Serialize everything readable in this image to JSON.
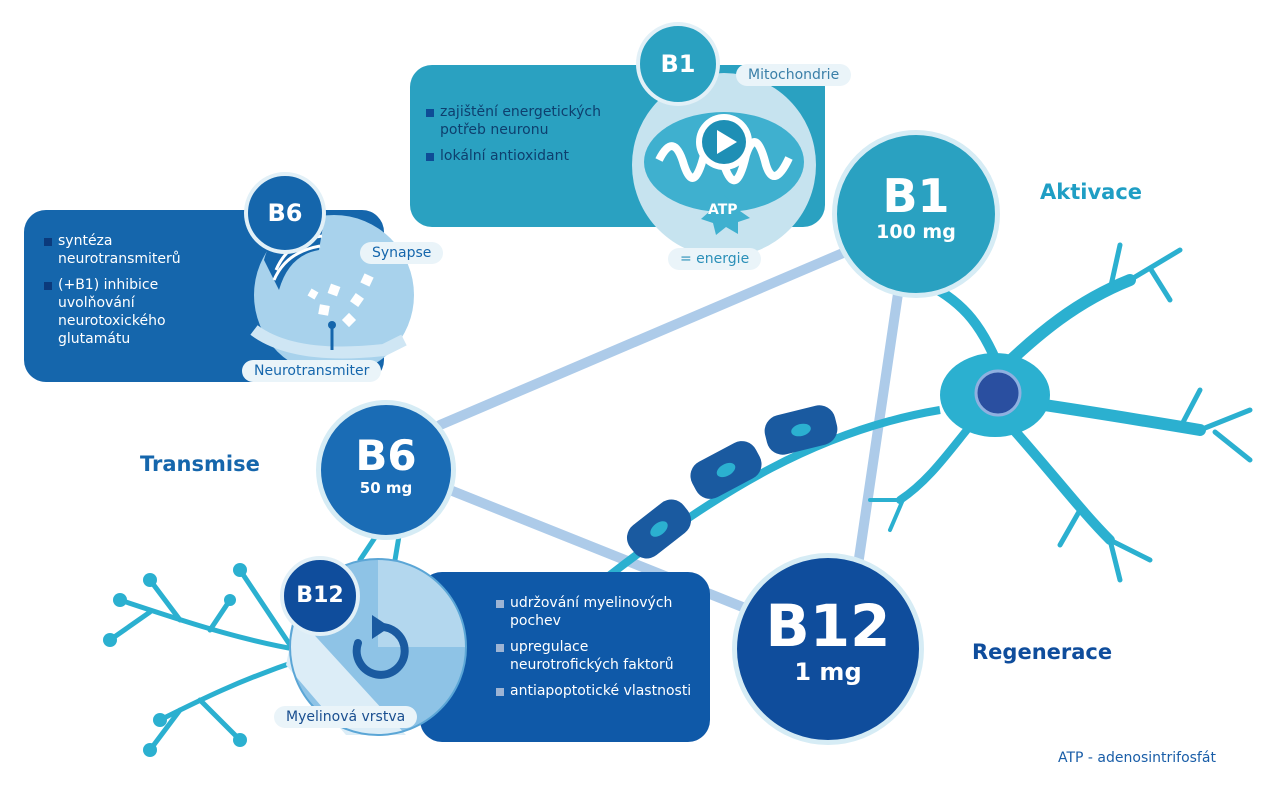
{
  "nodes": {
    "b1": {
      "name": "B1",
      "dose": "100 mg",
      "topic": "Aktivace"
    },
    "b6": {
      "name": "B6",
      "dose": "50 mg",
      "topic": "Transmise"
    },
    "b12": {
      "name": "B12",
      "dose": "1 mg",
      "topic": "Regenerace"
    }
  },
  "cards": {
    "b1": {
      "badge": "B1",
      "items": [
        "zajištění energetických potřeb neuronu",
        "lokální antioxidant"
      ],
      "labels": {
        "organelle": "Mitochondrie",
        "atp": "ATP",
        "energy": "= energie"
      }
    },
    "b6": {
      "badge": "B6",
      "items": [
        "syntéza neurotransmiterů",
        "(+B1) inhibice uvolňování neurotoxického glutamátu"
      ],
      "labels": {
        "synapse": "Synapse",
        "transmitter": "Neurotransmiter"
      }
    },
    "b12": {
      "badge": "B12",
      "items": [
        "udržování myelinových pochev",
        "upregulace neurotrofických faktorů",
        "antiapoptotické vlastnosti"
      ],
      "labels": {
        "layer": "Myelinová vrstva"
      }
    }
  },
  "footnote": "ATP - adenosintrifosfát",
  "colors": {
    "b1": "#2aa1c1",
    "b6": "#1566ac",
    "b12": "#0f4d9c",
    "topic_b1": "#1f9ec4",
    "topic_b6": "#1566ac",
    "topic_b12": "#0f4d9c",
    "neuron": "#2bb0d0"
  }
}
